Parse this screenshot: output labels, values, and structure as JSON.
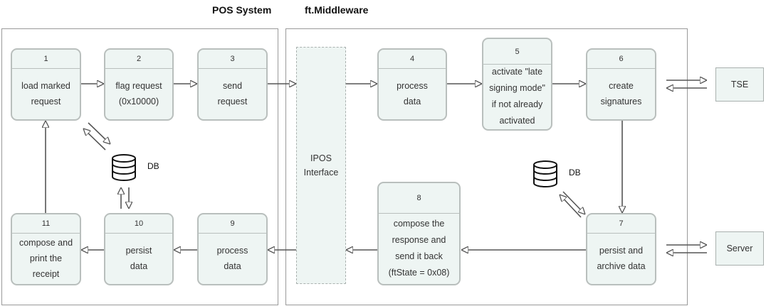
{
  "titles": {
    "pos": "POS System",
    "middleware": "ft.Middleware"
  },
  "steps": [
    {
      "num": "1",
      "text": "load marked\nrequest"
    },
    {
      "num": "2",
      "text": "flag request\n(0x10000)"
    },
    {
      "num": "3",
      "text": "send\nrequest"
    },
    {
      "num": "4",
      "text": "process\ndata"
    },
    {
      "num": "5",
      "text": "activate \"late\nsigning mode\"\nif not already\nactivated"
    },
    {
      "num": "6",
      "text": "create\nsignatures"
    },
    {
      "num": "7",
      "text": "persist and\narchive data"
    },
    {
      "num": "8",
      "text": "compose the\nresponse and\nsend it back\n(ftState = 0x08)"
    },
    {
      "num": "9",
      "text": "process\ndata"
    },
    {
      "num": "10",
      "text": "persist\ndata"
    },
    {
      "num": "11",
      "text": "compose and\nprint the\nreceipt"
    }
  ],
  "interface": {
    "label": "IPOS\nInterface"
  },
  "external": {
    "tse": "TSE",
    "server": "Server"
  },
  "databases": {
    "pos_db": "DB",
    "middleware_db": "DB"
  },
  "colors": {
    "box_fill": "#eef5f3",
    "box_border": "#b9bfbd",
    "arrow": "#555555"
  }
}
